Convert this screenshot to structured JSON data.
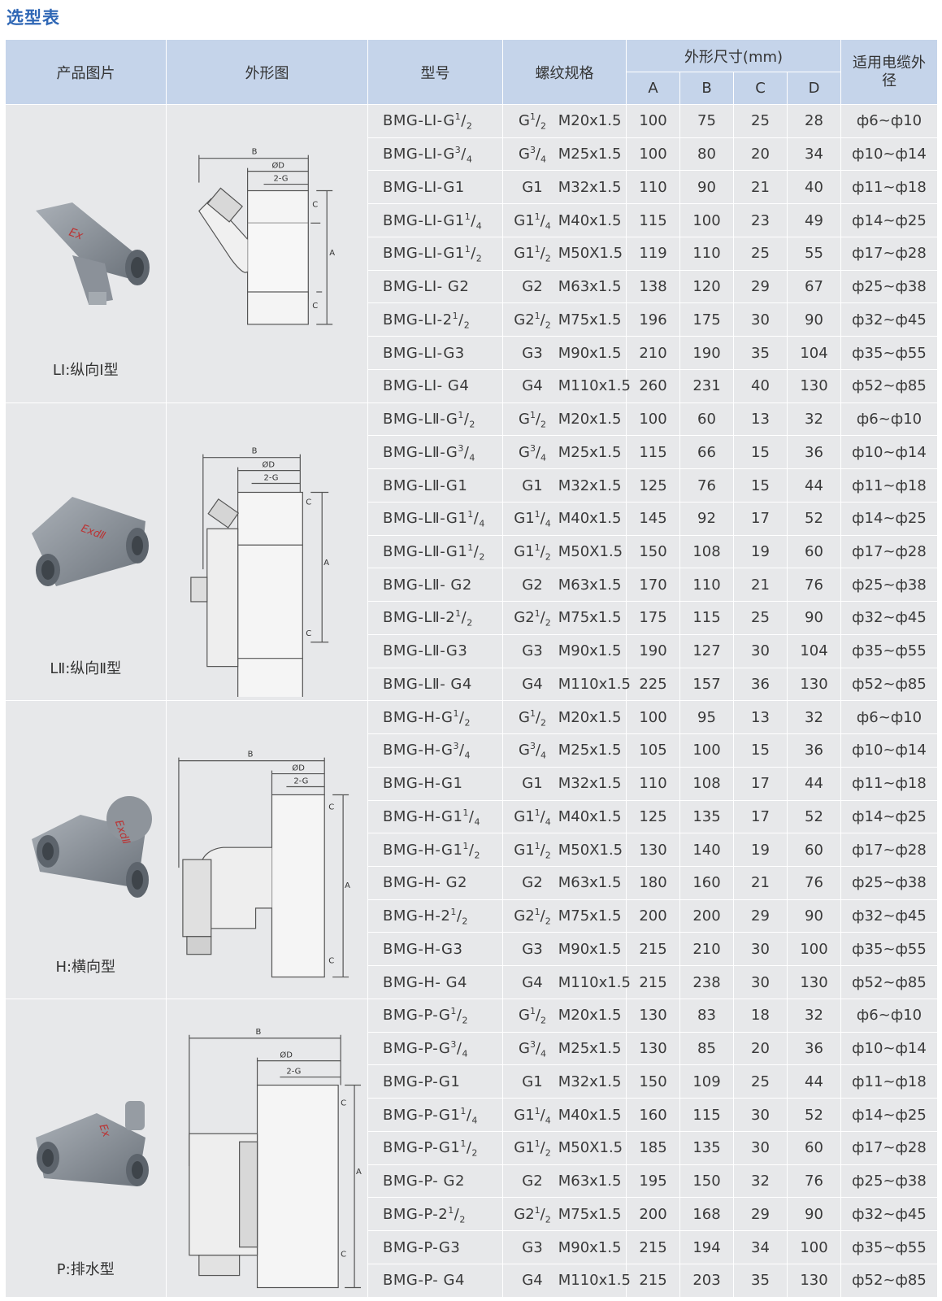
{
  "title": "选型表",
  "headers": {
    "product_image": "产品图片",
    "outline": "外形图",
    "model": "型号",
    "thread": "螺纹规格",
    "dims": "外形尺寸(mm)",
    "A": "A",
    "B": "B",
    "C": "C",
    "D": "D",
    "cable": "适用电缆外径"
  },
  "groups": [
    {
      "label": "LⅠ:纵向Ⅰ型",
      "rows": [
        {
          "model": "BMG-LⅠ-G",
          "mf": "1/2",
          "g": "G",
          "gf": "1/2",
          "m": "M20x1.5",
          "A": "100",
          "B": "75",
          "C": "25",
          "D": "28",
          "cable": "ф6~ф10"
        },
        {
          "model": "BMG-LⅠ-G",
          "mf": "3/4",
          "g": "G",
          "gf": "3/4",
          "m": "M25x1.5",
          "A": "100",
          "B": "80",
          "C": "20",
          "D": "34",
          "cable": "ф10~ф14"
        },
        {
          "model": "BMG-LⅠ-G1",
          "mf": "",
          "g": "G1",
          "gf": "",
          "m": "M32x1.5",
          "A": "110",
          "B": "90",
          "C": "21",
          "D": "40",
          "cable": "ф11~ф18"
        },
        {
          "model": "BMG-LⅠ-G1",
          "mf": "1/4",
          "g": "G1",
          "gf": "1/4",
          "m": "M40x1.5",
          "A": "115",
          "B": "100",
          "C": "23",
          "D": "49",
          "cable": "ф14~ф25"
        },
        {
          "model": "BMG-LⅠ-G1",
          "mf": "1/2",
          "g": "G1",
          "gf": "1/2",
          "m": "M50X1.5",
          "A": "119",
          "B": "110",
          "C": "25",
          "D": "55",
          "cable": "ф17~ф28"
        },
        {
          "model": "BMG-LⅠ- G2",
          "mf": "",
          "g": "G2",
          "gf": "",
          "m": "M63x1.5",
          "A": "138",
          "B": "120",
          "C": "29",
          "D": "67",
          "cable": "ф25~ф38"
        },
        {
          "model": "BMG-LⅠ-2",
          "mf": "1/2",
          "g": "G2",
          "gf": "1/2",
          "m": "M75x1.5",
          "A": "196",
          "B": "175",
          "C": "30",
          "D": "90",
          "cable": "ф32~ф45"
        },
        {
          "model": "BMG-LⅠ-G3",
          "mf": "",
          "g": "G3",
          "gf": "",
          "m": "M90x1.5",
          "A": "210",
          "B": "190",
          "C": "35",
          "D": "104",
          "cable": "ф35~ф55"
        },
        {
          "model": "BMG-LⅠ- G4",
          "mf": "",
          "g": "G4",
          "gf": "",
          "m": "M110x1.5",
          "A": "260",
          "B": "231",
          "C": "40",
          "D": "130",
          "cable": "ф52~ф85"
        }
      ]
    },
    {
      "label": "LⅡ:纵向Ⅱ型",
      "rows": [
        {
          "model": "BMG-LⅡ-G",
          "mf": "1/2",
          "g": "G",
          "gf": "1/2",
          "m": "M20x1.5",
          "A": "100",
          "B": "60",
          "C": "13",
          "D": "32",
          "cable": "ф6~ф10"
        },
        {
          "model": "BMG-LⅡ-G",
          "mf": "3/4",
          "g": "G",
          "gf": "3/4",
          "m": "M25x1.5",
          "A": "115",
          "B": "66",
          "C": "15",
          "D": "36",
          "cable": "ф10~ф14"
        },
        {
          "model": "BMG-LⅡ-G1",
          "mf": "",
          "g": "G1",
          "gf": "",
          "m": "M32x1.5",
          "A": "125",
          "B": "76",
          "C": "15",
          "D": "44",
          "cable": "ф11~ф18"
        },
        {
          "model": "BMG-LⅡ-G1",
          "mf": "1/4",
          "g": "G1",
          "gf": "1/4",
          "m": "M40x1.5",
          "A": "145",
          "B": "92",
          "C": "17",
          "D": "52",
          "cable": "ф14~ф25"
        },
        {
          "model": "BMG-LⅡ-G1",
          "mf": "1/2",
          "g": "G1",
          "gf": "1/2",
          "m": "M50X1.5",
          "A": "150",
          "B": "108",
          "C": "19",
          "D": "60",
          "cable": "ф17~ф28"
        },
        {
          "model": "BMG-LⅡ- G2",
          "mf": "",
          "g": "G2",
          "gf": "",
          "m": "M63x1.5",
          "A": "170",
          "B": "110",
          "C": "21",
          "D": "76",
          "cable": "ф25~ф38"
        },
        {
          "model": "BMG-LⅡ-2",
          "mf": "1/2",
          "g": "G2",
          "gf": "1/2",
          "m": "M75x1.5",
          "A": "175",
          "B": "115",
          "C": "25",
          "D": "90",
          "cable": "ф32~ф45"
        },
        {
          "model": "BMG-LⅡ-G3",
          "mf": "",
          "g": "G3",
          "gf": "",
          "m": "M90x1.5",
          "A": "190",
          "B": "127",
          "C": "30",
          "D": "104",
          "cable": "ф35~ф55"
        },
        {
          "model": "BMG-LⅡ- G4",
          "mf": "",
          "g": "G4",
          "gf": "",
          "m": "M110x1.5",
          "A": "225",
          "B": "157",
          "C": "36",
          "D": "130",
          "cable": "ф52~ф85"
        }
      ]
    },
    {
      "label": "H:横向型",
      "rows": [
        {
          "model": "BMG-H-G",
          "mf": "1/2",
          "g": "G",
          "gf": "1/2",
          "m": "M20x1.5",
          "A": "100",
          "B": "95",
          "C": "13",
          "D": "32",
          "cable": "ф6~ф10"
        },
        {
          "model": "BMG-H-G",
          "mf": "3/4",
          "g": "G",
          "gf": "3/4",
          "m": "M25x1.5",
          "A": "105",
          "B": "100",
          "C": "15",
          "D": "36",
          "cable": "ф10~ф14"
        },
        {
          "model": "BMG-H-G1",
          "mf": "",
          "g": "G1",
          "gf": "",
          "m": "M32x1.5",
          "A": "110",
          "B": "108",
          "C": "17",
          "D": "44",
          "cable": "ф11~ф18"
        },
        {
          "model": "BMG-H-G1",
          "mf": "1/4",
          "g": "G1",
          "gf": "1/4",
          "m": "M40x1.5",
          "A": "125",
          "B": "135",
          "C": "17",
          "D": "52",
          "cable": "ф14~ф25"
        },
        {
          "model": "BMG-H-G1",
          "mf": "1/2",
          "g": "G1",
          "gf": "1/2",
          "m": "M50X1.5",
          "A": "130",
          "B": "140",
          "C": "19",
          "D": "60",
          "cable": "ф17~ф28"
        },
        {
          "model": "BMG-H- G2",
          "mf": "",
          "g": "G2",
          "gf": "",
          "m": "M63x1.5",
          "A": "180",
          "B": "160",
          "C": "21",
          "D": "76",
          "cable": "ф25~ф38"
        },
        {
          "model": "BMG-H-2",
          "mf": "1/2",
          "g": "G2",
          "gf": "1/2",
          "m": "M75x1.5",
          "A": "200",
          "B": "200",
          "C": "29",
          "D": "90",
          "cable": "ф32~ф45"
        },
        {
          "model": "BMG-H-G3",
          "mf": "",
          "g": "G3",
          "gf": "",
          "m": "M90x1.5",
          "A": "215",
          "B": "210",
          "C": "30",
          "D": "100",
          "cable": "ф35~ф55"
        },
        {
          "model": "BMG-H- G4",
          "mf": "",
          "g": "G4",
          "gf": "",
          "m": "M110x1.5",
          "A": "215",
          "B": "238",
          "C": "30",
          "D": "130",
          "cable": "ф52~ф85"
        }
      ]
    },
    {
      "label": "P:排水型",
      "rows": [
        {
          "model": "BMG-P-G",
          "mf": "1/2",
          "g": "G",
          "gf": "1/2",
          "m": "M20x1.5",
          "A": "130",
          "B": "83",
          "C": "18",
          "D": "32",
          "cable": "ф6~ф10"
        },
        {
          "model": "BMG-P-G",
          "mf": "3/4",
          "g": "G",
          "gf": "3/4",
          "m": "M25x1.5",
          "A": "130",
          "B": "85",
          "C": "20",
          "D": "36",
          "cable": "ф10~ф14"
        },
        {
          "model": "BMG-P-G1",
          "mf": "",
          "g": "G1",
          "gf": "",
          "m": "M32x1.5",
          "A": "150",
          "B": "109",
          "C": "25",
          "D": "44",
          "cable": "ф11~ф18"
        },
        {
          "model": "BMG-P-G1",
          "mf": "1/4",
          "g": "G1",
          "gf": "1/4",
          "m": "M40x1.5",
          "A": "160",
          "B": "115",
          "C": "30",
          "D": "52",
          "cable": "ф14~ф25"
        },
        {
          "model": "BMG-P-G1",
          "mf": "1/2",
          "g": "G1",
          "gf": "1/2",
          "m": "M50X1.5",
          "A": "185",
          "B": "135",
          "C": "30",
          "D": "60",
          "cable": "ф17~ф28"
        },
        {
          "model": "BMG-P- G2",
          "mf": "",
          "g": "G2",
          "gf": "",
          "m": "M63x1.5",
          "A": "195",
          "B": "150",
          "C": "32",
          "D": "76",
          "cable": "ф25~ф38"
        },
        {
          "model": "BMG-P-2",
          "mf": "1/2",
          "g": "G2",
          "gf": "1/2",
          "m": "M75x1.5",
          "A": "200",
          "B": "168",
          "C": "29",
          "D": "90",
          "cable": "ф32~ф45"
        },
        {
          "model": "BMG-P-G3",
          "mf": "",
          "g": "G3",
          "gf": "",
          "m": "M90x1.5",
          "A": "215",
          "B": "194",
          "C": "34",
          "D": "100",
          "cable": "ф35~ф55"
        },
        {
          "model": "BMG-P- G4",
          "mf": "",
          "g": "G4",
          "gf": "",
          "m": "M110x1.5",
          "A": "215",
          "B": "203",
          "C": "35",
          "D": "130",
          "cable": "ф52~ф85"
        }
      ]
    }
  ],
  "drawing_labels": {
    "B": "B",
    "D": "ØD",
    "G": "2-G",
    "C": "C",
    "A": "A"
  },
  "marks": [
    "Ex",
    "ExdⅡ",
    "ExdⅡ",
    "Ex"
  ],
  "colors": {
    "title": "#2f67b5",
    "header_bg": "#c5d4ea",
    "row_bg": "#e7e8ea"
  }
}
